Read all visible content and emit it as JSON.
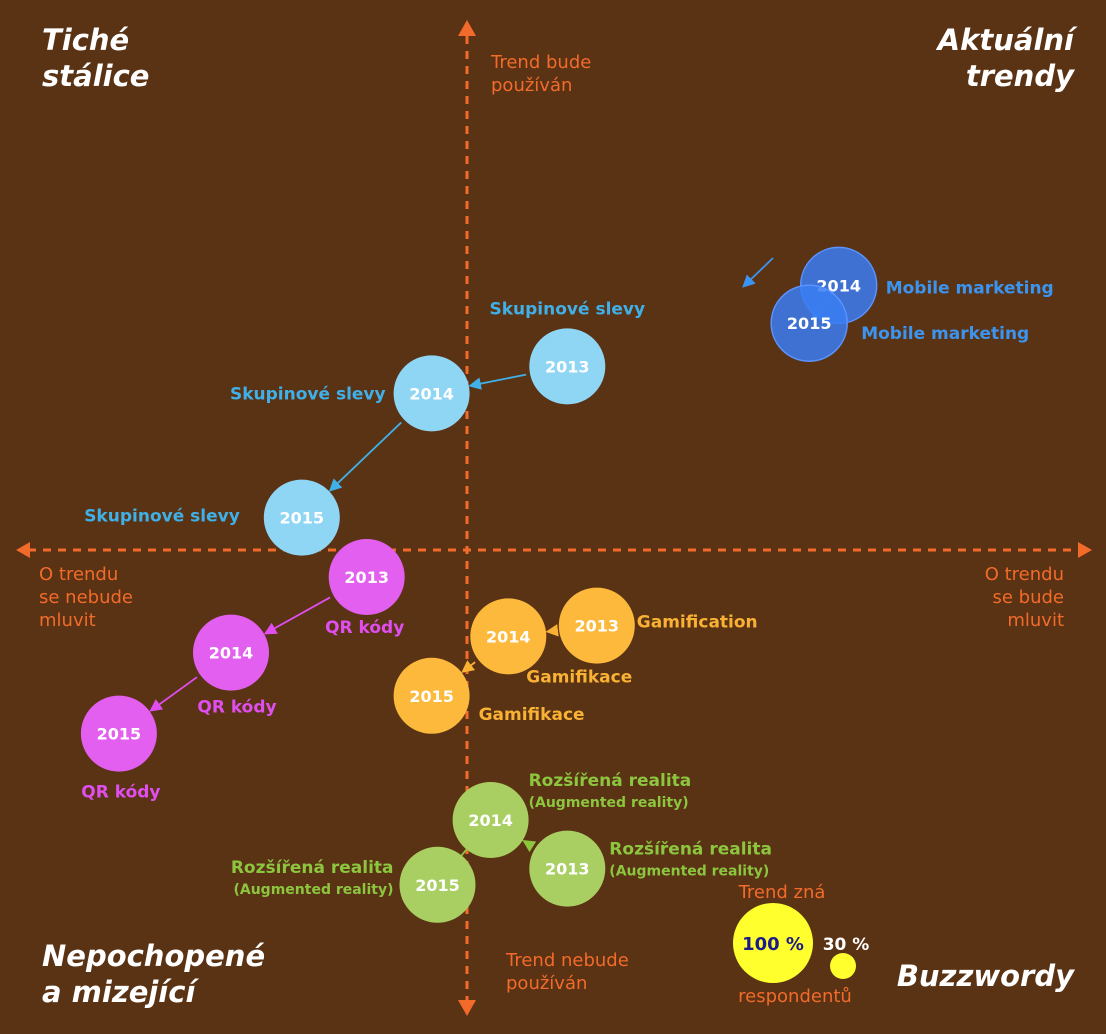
{
  "quadrants": {
    "top_left": "Tiché\nstálice",
    "top_right": "Aktuální\ntrendy",
    "bottom_left": "Nepochopené\na mizející",
    "bottom_right": "Buzzwordy"
  },
  "axes": {
    "y_top": "Trend bude\npoužíván",
    "y_bottom": "Trend nebude\npoužíván",
    "x_left": "O trendu\nse nebude\nmluvit",
    "x_right": "O trendu\nse bude\nmluvit"
  },
  "legend": {
    "title": "Trend zná",
    "big_label": "100 %",
    "small_label": "30 %",
    "footer": "respondentů"
  },
  "colors": {
    "background": "#5a3214",
    "axis": "#f26b2a",
    "skupinove": "#8fd6f5",
    "skupinove_text": "#3fb0e8",
    "mobile": "#3a7cf2",
    "mobile_text": "#3b95f0",
    "qr": "#e35ff0",
    "qr_text": "#e04ef0",
    "gamification": "#fdb93c",
    "gamification_text": "#f9b233",
    "ar": "#a9cf62",
    "ar_text": "#8cc63f",
    "legend_bubble": "#ffff2e",
    "legend_text": "#1a1a8c"
  },
  "chart_data": {
    "type": "scatter",
    "title": "",
    "xlabel": "",
    "ylabel": "",
    "xlim": [
      -1,
      1
    ],
    "ylim": [
      -1,
      1
    ],
    "grid": false,
    "series": [
      {
        "name": "Skupinové slevy",
        "color_key": "skupinove",
        "points": [
          {
            "year": "2013",
            "x": 0.17,
            "y": 0.34,
            "label": "Skupinové slevy"
          },
          {
            "year": "2014",
            "x": -0.06,
            "y": 0.29,
            "label": "Skupinové slevy"
          },
          {
            "year": "2015",
            "x": -0.28,
            "y": 0.06,
            "label": "Skupinové slevy"
          }
        ]
      },
      {
        "name": "Mobile marketing",
        "color_key": "mobile",
        "points": [
          {
            "year": "2014",
            "x": 0.63,
            "y": 0.49,
            "label": "Mobile marketing"
          },
          {
            "year": "2015",
            "x": 0.58,
            "y": 0.42,
            "label": "Mobile marketing"
          }
        ]
      },
      {
        "name": "QR kódy",
        "color_key": "qr",
        "points": [
          {
            "year": "2013",
            "x": -0.17,
            "y": -0.05,
            "label": "QR kódy"
          },
          {
            "year": "2014",
            "x": -0.4,
            "y": -0.19,
            "label": "QR kódy"
          },
          {
            "year": "2015",
            "x": -0.59,
            "y": -0.34,
            "label": "QR kódy"
          }
        ]
      },
      {
        "name": "Gamification",
        "color_key": "gamification",
        "points": [
          {
            "year": "2013",
            "x": 0.22,
            "y": -0.14,
            "label": "Gamification"
          },
          {
            "year": "2014",
            "x": 0.07,
            "y": -0.16,
            "label": "Gamifikace"
          },
          {
            "year": "2015",
            "x": -0.06,
            "y": -0.27,
            "label": "Gamifikace"
          }
        ]
      },
      {
        "name": "Rozšířená realita",
        "color_key": "ar",
        "points": [
          {
            "year": "2013",
            "x": 0.17,
            "y": -0.59,
            "label": "Rozšířená realita",
            "sublabel": "(Augmented reality)"
          },
          {
            "year": "2014",
            "x": 0.04,
            "y": -0.5,
            "label": "Rozšířená realita",
            "sublabel": "(Augmented reality)"
          },
          {
            "year": "2015",
            "x": -0.05,
            "y": -0.62,
            "label": "Rozšířená realita",
            "sublabel": "(Augmented reality)"
          }
        ]
      }
    ]
  }
}
